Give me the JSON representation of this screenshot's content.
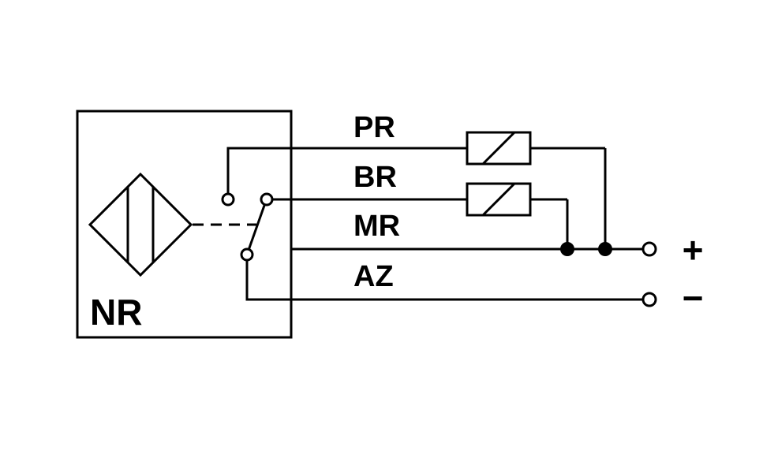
{
  "diagram": {
    "sensor_label": "NR",
    "wire_labels": {
      "pr": "PR",
      "br": "BR",
      "mr": "MR",
      "az": "AZ"
    },
    "terminals": {
      "positive": "+",
      "negative": "−"
    },
    "icons": {
      "sensor": "inductive-sensor-symbol",
      "switch": "changeover-switch",
      "loads": [
        "relay-coil-load",
        "relay-coil-load"
      ]
    },
    "colors": {
      "line": "#000000",
      "background": "#ffffff"
    }
  }
}
